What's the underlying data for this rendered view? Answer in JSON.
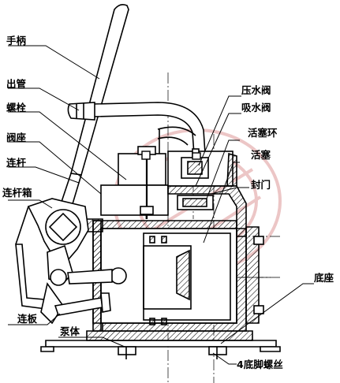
{
  "labels": {
    "handle": "手柄",
    "outlet_pipe": "出管",
    "bolt": "螺栓",
    "valve_seat": "阀座",
    "connecting_rod": "连杆",
    "rod_box": "连杆箱",
    "link_plate": "连板",
    "pump_body": "泵体",
    "pressure_valve": "压水阀",
    "suction_valve": "吸水阀",
    "piston_ring": "活塞环",
    "piston": "活塞",
    "seal_door": "封门",
    "base": "底座",
    "foot_bolts": "4底脚螺丝"
  },
  "colors": {
    "line": "#000000",
    "hatch": "#000000",
    "watermark": "#e6b4b4"
  }
}
